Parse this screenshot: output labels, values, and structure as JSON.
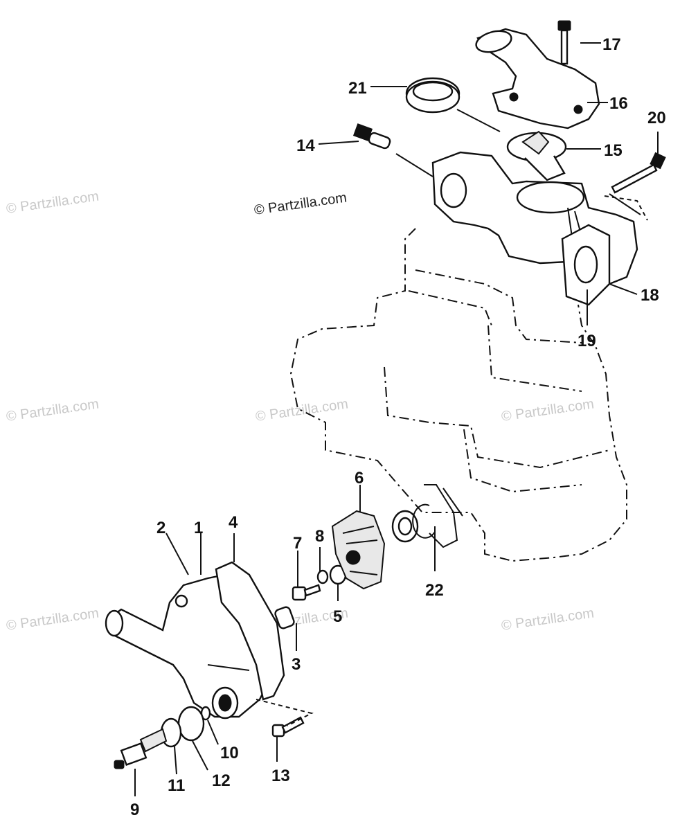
{
  "watermarks": {
    "center": "© Partzilla.com",
    "repeat": "© Partzilla.com"
  },
  "callouts": [
    "1",
    "2",
    "3",
    "4",
    "5",
    "6",
    "7",
    "8",
    "9",
    "10",
    "11",
    "12",
    "13",
    "14",
    "15",
    "16",
    "17",
    "18",
    "19",
    "20",
    "21",
    "22"
  ]
}
